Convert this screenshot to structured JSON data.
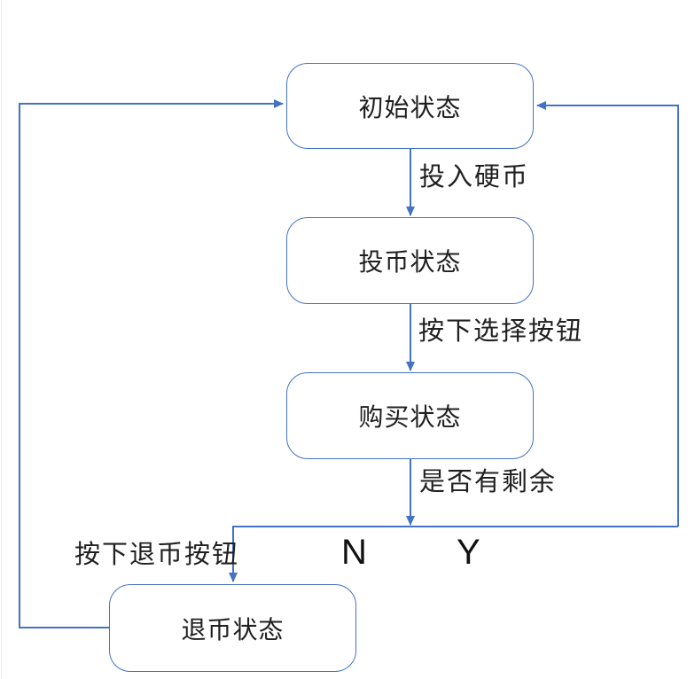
{
  "diagram": {
    "title": "vending-machine-state-diagram",
    "accent_color": "#4472C4",
    "nodes": [
      {
        "id": "initial",
        "label": "初始状态"
      },
      {
        "id": "coin",
        "label": "投币状态"
      },
      {
        "id": "purchase",
        "label": "购买状态"
      },
      {
        "id": "refund",
        "label": "退币状态"
      }
    ],
    "edge_labels": {
      "insert_coin": "投入硬币",
      "press_select": "按下选择按钮",
      "has_remainder": "是否有剩余",
      "press_refund": "按下退币按钮",
      "no": "N",
      "yes": "Y"
    }
  }
}
